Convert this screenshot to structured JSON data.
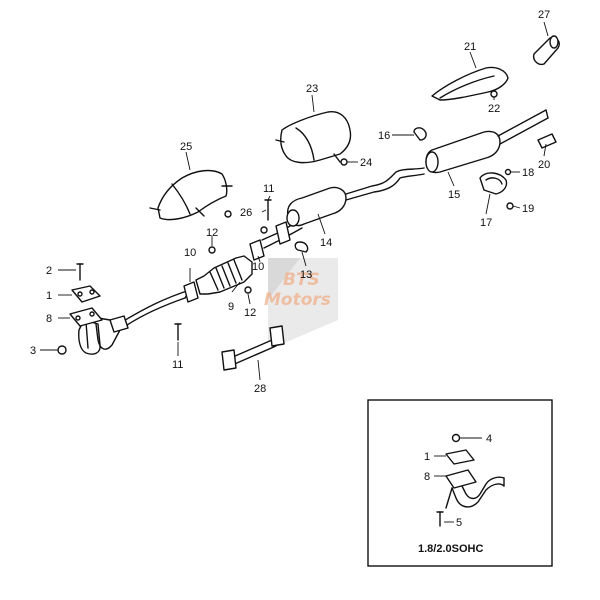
{
  "diagram": {
    "callouts": [
      {
        "id": "c1",
        "label": "1"
      },
      {
        "id": "c2",
        "label": "2"
      },
      {
        "id": "c3",
        "label": "3"
      },
      {
        "id": "c8",
        "label": "8"
      },
      {
        "id": "c9",
        "label": "9"
      },
      {
        "id": "c10a",
        "label": "10"
      },
      {
        "id": "c10b",
        "label": "10"
      },
      {
        "id": "c11a",
        "label": "11"
      },
      {
        "id": "c11b",
        "label": "11"
      },
      {
        "id": "c12a",
        "label": "12"
      },
      {
        "id": "c12b",
        "label": "12"
      },
      {
        "id": "c13",
        "label": "13"
      },
      {
        "id": "c14",
        "label": "14"
      },
      {
        "id": "c15",
        "label": "15"
      },
      {
        "id": "c16",
        "label": "16"
      },
      {
        "id": "c17",
        "label": "17"
      },
      {
        "id": "c18",
        "label": "18"
      },
      {
        "id": "c19",
        "label": "19"
      },
      {
        "id": "c20",
        "label": "20"
      },
      {
        "id": "c21",
        "label": "21"
      },
      {
        "id": "c22",
        "label": "22"
      },
      {
        "id": "c23",
        "label": "23"
      },
      {
        "id": "c24",
        "label": "24"
      },
      {
        "id": "c25",
        "label": "25"
      },
      {
        "id": "c26",
        "label": "26"
      },
      {
        "id": "c27",
        "label": "27"
      },
      {
        "id": "c28",
        "label": "28"
      }
    ],
    "inset": {
      "title": "1.8/2.0SOHC",
      "callouts": [
        {
          "id": "i4",
          "label": "4"
        },
        {
          "id": "i1",
          "label": "1"
        },
        {
          "id": "i8",
          "label": "8"
        },
        {
          "id": "i5",
          "label": "5"
        }
      ]
    },
    "watermark": {
      "line1": "BTS",
      "line2": "Motors"
    }
  }
}
